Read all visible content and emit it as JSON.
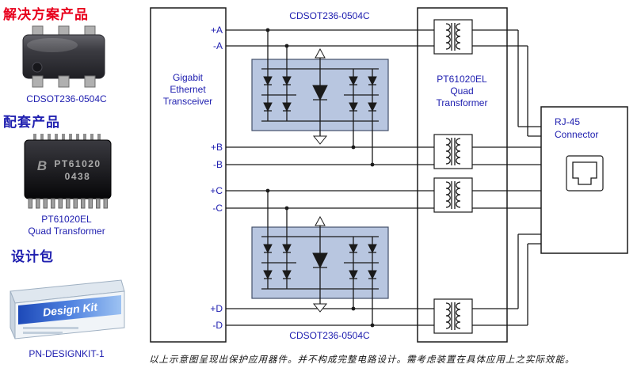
{
  "sidebar": {
    "heading_solutions": "解决方案产品",
    "chip_label": "CDSOT236-0504C",
    "heading_companion": "配套产品",
    "transformer_photo": {
      "logo": "B",
      "line1": "PT61020",
      "line2": "0438"
    },
    "transformer_label_line1": "PT61020EL",
    "transformer_label_line2": "Quad Transformer",
    "heading_designkit": "设计包",
    "kit_sticker": "Design Kit",
    "kit_label": "PN-DESIGNKIT-1"
  },
  "diagram": {
    "top_part_label": "CDSOT236-0504C",
    "bottom_part_label": "CDSOT236-0504C",
    "transceiver": {
      "line1": "Gigabit",
      "line2": "Ethernet",
      "line3": "Transceiver"
    },
    "pins": {
      "a_pos": "+A",
      "a_neg": "-A",
      "b_pos": "+B",
      "b_neg": "-B",
      "c_pos": "+C",
      "c_neg": "-C",
      "d_pos": "+D",
      "d_neg": "-D"
    },
    "quad_transformer": {
      "line1": "PT61020EL",
      "line2": "Quad",
      "line3": "Transformer"
    },
    "rj45": {
      "line1": "RJ-45",
      "line2": "Connector"
    }
  },
  "footnote": "以上示意图呈现出保护应用器件。并不构成完整电路设计。需考虑装置在具体应用上之实际效能。",
  "colors": {
    "accent_red": "#e8001d",
    "accent_blue": "#2020b0",
    "tvs_fill": "#b8c6e0",
    "line": "#1a1a1a"
  }
}
